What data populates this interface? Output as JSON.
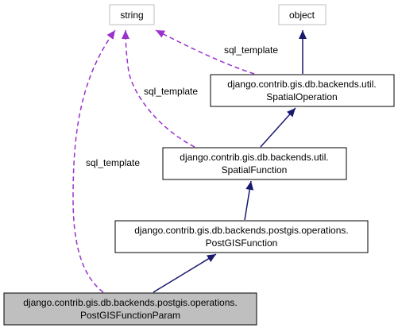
{
  "colors": {
    "inherit_edge": "#191970",
    "usage_edge": "#9a32cd",
    "external_node_border": "#bfbfbf",
    "class_node_border": "#000000",
    "highlight_node_fill": "#bfbfbf",
    "node_fill": "#ffffff"
  },
  "nodes": {
    "string": {
      "label": "string"
    },
    "object": {
      "label": "object"
    },
    "spatial_operation": {
      "line1": "django.contrib.gis.db.backends.util.",
      "line2": "SpatialOperation"
    },
    "spatial_function": {
      "line1": "django.contrib.gis.db.backends.util.",
      "line2": "SpatialFunction"
    },
    "postgis_function": {
      "line1": "django.contrib.gis.db.backends.postgis.operations.",
      "line2": "PostGISFunction"
    },
    "postgis_function_param": {
      "line1": "django.contrib.gis.db.backends.postgis.operations.",
      "line2": "PostGISFunctionParam"
    }
  },
  "edge_labels": {
    "to_spatial_operation": "sql_template",
    "to_spatial_function": "sql_template",
    "to_postgis_function_param": "sql_template"
  }
}
